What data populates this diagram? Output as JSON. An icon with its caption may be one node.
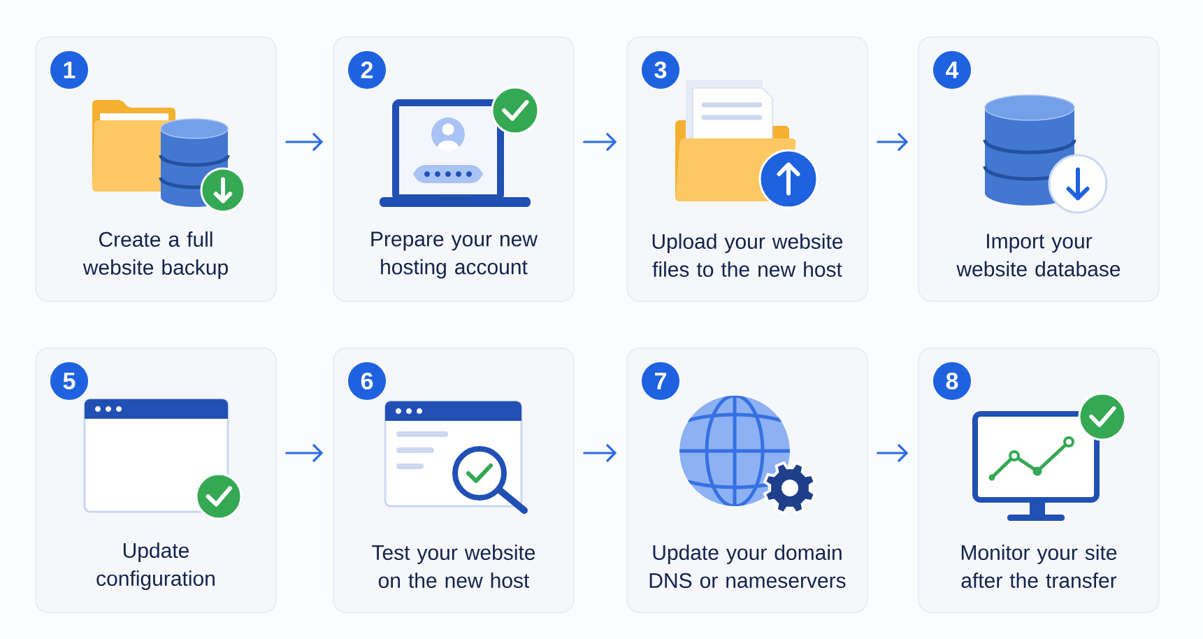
{
  "diagram": {
    "nodes": [
      {
        "text": [
          "1",
          "Create a full website backup"
        ]
      },
      {
        "text": [
          "2",
          "Prepare your new hosting account"
        ]
      },
      {
        "text": [
          "3",
          "Upload your website files to the new host"
        ]
      },
      {
        "text": [
          "4",
          "Import your website database"
        ]
      },
      {
        "text": [
          "5",
          "Update configuration"
        ]
      },
      {
        "text": [
          "6",
          "Test your website on the new host"
        ]
      },
      {
        "text": [
          "7",
          "Update your domain DNS or nameservers"
        ]
      },
      {
        "text": [
          "8",
          "Monitor your site after the transfer"
        ]
      }
    ],
    "edges": [
      {
        "from": 0,
        "to": 1,
        "arrow": "to"
      },
      {
        "from": 1,
        "to": 2,
        "arrow": "to"
      },
      {
        "from": 2,
        "to": 3,
        "arrow": "to"
      },
      {
        "from": 4,
        "to": 5,
        "arrow": "to"
      },
      {
        "from": 5,
        "to": 6,
        "arrow": "to"
      },
      {
        "from": 6,
        "to": 7,
        "arrow": "to"
      }
    ]
  }
}
